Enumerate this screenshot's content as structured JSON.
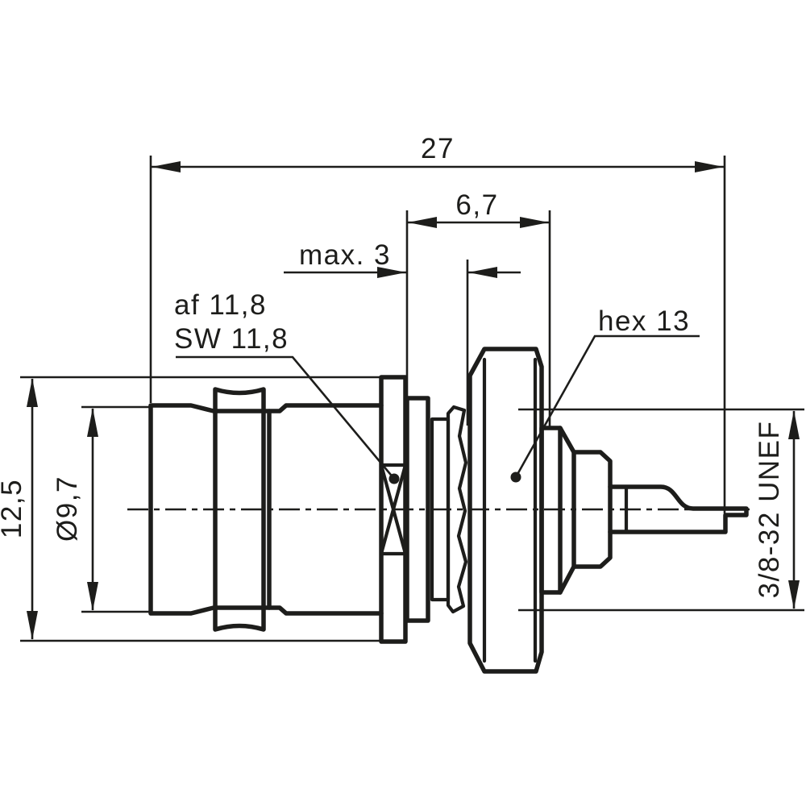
{
  "colors": {
    "background": "#ffffff",
    "line": "#1d1d1b"
  },
  "dimensions": {
    "overall_length": "27",
    "rear_length": "6,7",
    "panel_thickness": "max. 3",
    "flange_height": "12,5",
    "body_diameter": "Ø9,7",
    "hex_size": "hex 13",
    "thread_spec": "3/8-32 UNEF",
    "wrench_flats_af": "af 11,8",
    "wrench_flats_sw": "SW 11,8"
  }
}
